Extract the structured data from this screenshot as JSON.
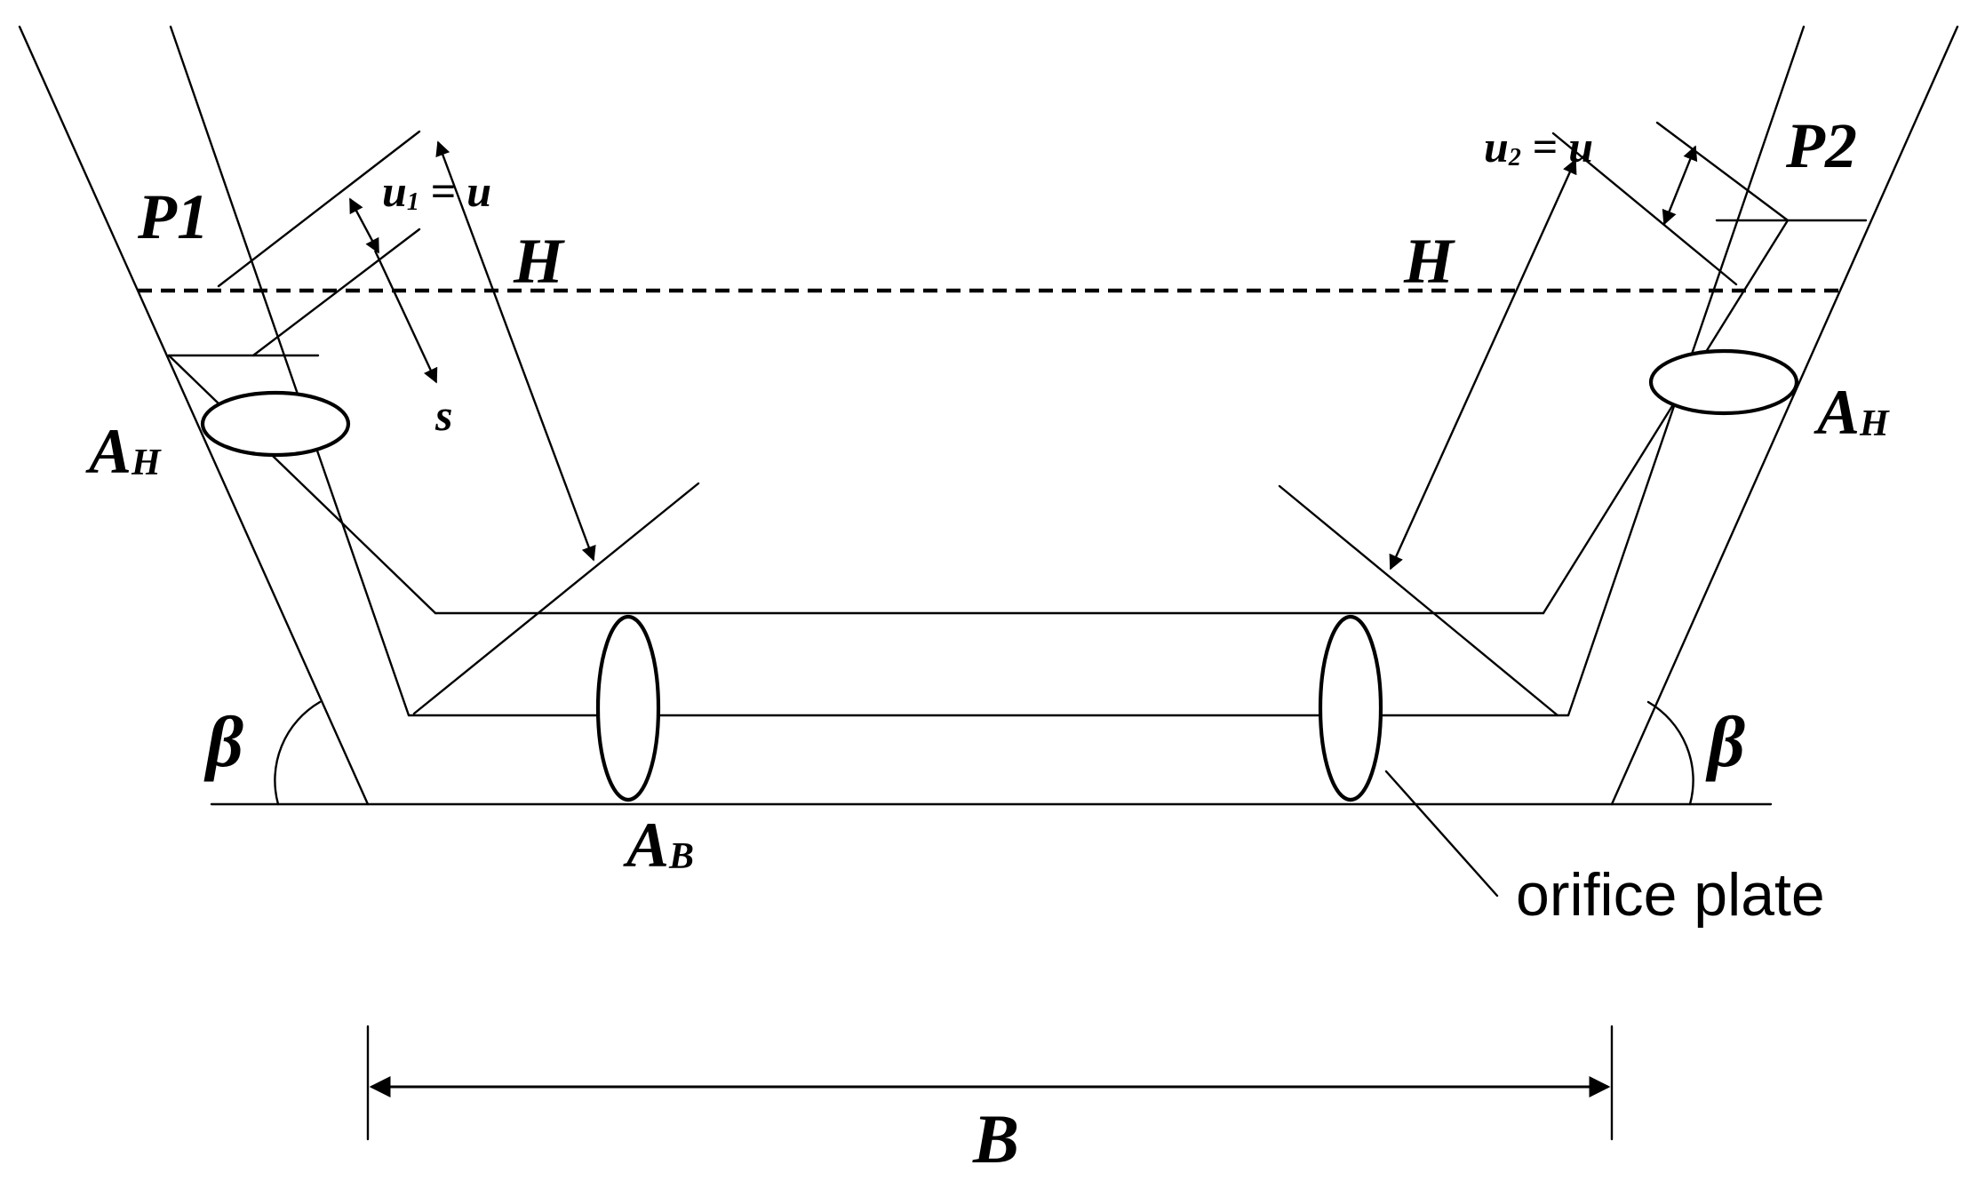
{
  "labels": {
    "p1": "P1",
    "p2": "P2",
    "h_left": "H",
    "h_right": "H",
    "u1_main": "u",
    "u1_sub": "1",
    "u1_eq": " = u",
    "u2_main": "u",
    "u2_sub": "2",
    "u2_eq": " = u",
    "s": "s",
    "ah_left_main": "A",
    "ah_left_sub": "H",
    "ah_right_main": "A",
    "ah_right_sub": "H",
    "ab_main": "A",
    "ab_sub": "B",
    "beta_left": "β",
    "beta_right": "β",
    "orifice": "orifice plate",
    "b": "B"
  }
}
